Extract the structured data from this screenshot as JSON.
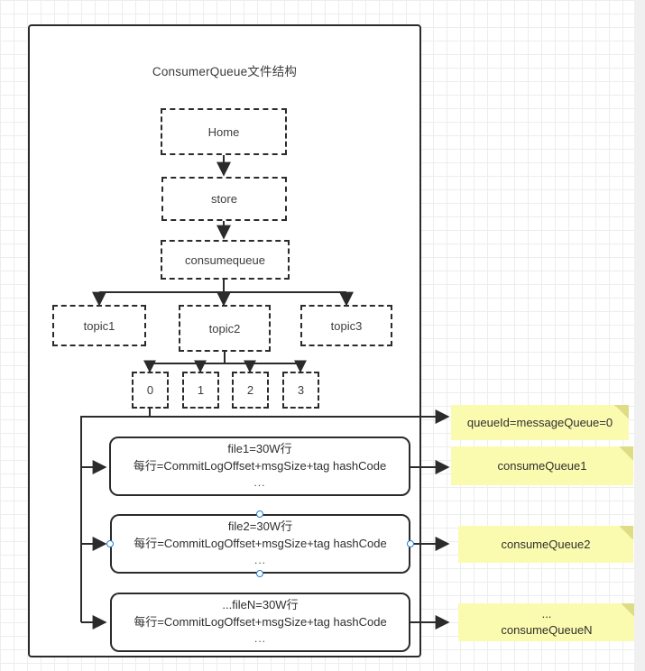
{
  "diagram": {
    "title": "ConsumerQueue文件结构",
    "tree": {
      "home": "Home",
      "store": "store",
      "consumequeue": "consumequeue",
      "topics": [
        "topic1",
        "topic2",
        "topic3"
      ],
      "queues": [
        "0",
        "1",
        "2",
        "3"
      ]
    },
    "files": [
      {
        "line1": "file1=30W行",
        "line2": "每行=CommitLogOffset+msgSize+tag hashCode",
        "line3": "..."
      },
      {
        "line1": "file2=30W行",
        "line2": "每行=CommitLogOffset+msgSize+tag hashCode",
        "line3": "..."
      },
      {
        "line1": "...fileN=30W行",
        "line2": "每行=CommitLogOffset+msgSize+tag hashCode",
        "line3": "..."
      }
    ],
    "notes": [
      {
        "line1": "queueId=messageQueue=0",
        "line2": ""
      },
      {
        "line1": "consumeQueue1",
        "line2": ""
      },
      {
        "line1": "consumeQueue2",
        "line2": ""
      },
      {
        "line1": "...",
        "line2": "consumeQueueN"
      }
    ],
    "colors": {
      "stroke": "#2b2b2b",
      "note_fill": "#fbfbaf",
      "note_fold": "#dedd86",
      "selection": "#1f7fd4",
      "grid_minor": "#eceded",
      "grid_major": "#dcdddf"
    }
  }
}
